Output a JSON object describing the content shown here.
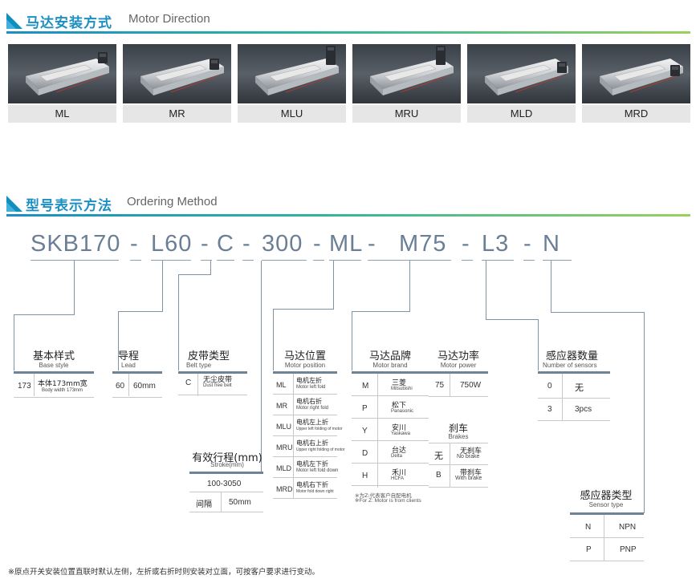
{
  "section1": {
    "title_cn": "马达安装方式",
    "title_en": "Motor Direction"
  },
  "motors": [
    "ML",
    "MR",
    "MLU",
    "MRU",
    "MLD",
    "MRD"
  ],
  "section2": {
    "title_cn": "型号表示方法",
    "title_en": "Ordering Method"
  },
  "code": {
    "parts": [
      "SKB170",
      "L60",
      "C",
      "300",
      "ML",
      "M75",
      "L3",
      "N"
    ],
    "sep": "-"
  },
  "base": {
    "cn": "基本样式",
    "en": "Base style",
    "key": "173",
    "val_cn": "本体173mm宽",
    "val_en": "Body width 173mm"
  },
  "lead": {
    "cn": "导程",
    "en": "Lead",
    "key": "60",
    "val": "60mm"
  },
  "belt": {
    "cn": "皮带类型",
    "en": "Belt type",
    "key": "C",
    "val_cn": "无尘皮带",
    "val_en": "Dust free belt"
  },
  "stroke": {
    "cn": "有效行程(mm)",
    "en": "Stroke(mm)",
    "range": "100-3050",
    "step_cn": "间隔",
    "step_val": "50mm"
  },
  "position": {
    "cn": "马达位置",
    "en": "Motor position",
    "rows": [
      {
        "key": "ML",
        "cn": "电机左折",
        "en": "Motor left fold"
      },
      {
        "key": "MR",
        "cn": "电机右折",
        "en": "Motor right fold"
      },
      {
        "key": "MLU",
        "cn": "电机左上折",
        "en": "Upper left folding of motor"
      },
      {
        "key": "MRU",
        "cn": "电机右上折",
        "en": "Upper right folding of motor"
      },
      {
        "key": "MLD",
        "cn": "电机左下折",
        "en": "Motor left fold down"
      },
      {
        "key": "MRD",
        "cn": "电机右下折",
        "en": "Motor fold down right"
      }
    ]
  },
  "brand": {
    "cn": "马达品牌",
    "en": "Motor brand",
    "rows": [
      {
        "key": "M",
        "cn": "三菱",
        "en": "Mitsubishi"
      },
      {
        "key": "P",
        "cn": "松下",
        "en": "Panasonic"
      },
      {
        "key": "Y",
        "cn": "安川",
        "en": "Yaskawa"
      },
      {
        "key": "D",
        "cn": "台达",
        "en": "Delta"
      },
      {
        "key": "H",
        "cn": "禾川",
        "en": "HCFA"
      }
    ],
    "note1": "※为Z:代表客户自配电机",
    "note2": "※For Z: Motor is from clients"
  },
  "power": {
    "cn": "马达功率",
    "en": "Motor power",
    "key": "75",
    "val": "750W"
  },
  "brake": {
    "cn": "刹车",
    "en": "Brakes",
    "rows": [
      {
        "key": "无",
        "cn": "无刹车",
        "en": "No brake"
      },
      {
        "key": "B",
        "cn": "带刹车",
        "en": "With brake"
      }
    ]
  },
  "sensors": {
    "cn": "感应器数量",
    "en": "Number of sensors",
    "rows": [
      {
        "key": "0",
        "val": "无"
      },
      {
        "key": "3",
        "val": "3pcs"
      }
    ]
  },
  "sensor_type": {
    "cn": "感应器类型",
    "en": "Sensor type",
    "rows": [
      {
        "key": "N",
        "val": "NPN"
      },
      {
        "key": "P",
        "val": "PNP"
      }
    ]
  },
  "footnote": "※原点开关安装位置直联时默认左侧，左折或右折时则安装对立面，可按客户要求进行变动。"
}
